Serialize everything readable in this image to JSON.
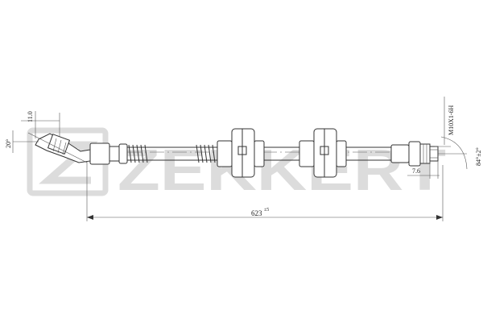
{
  "watermark": {
    "brand": "ZEKKERT"
  },
  "dimensions": {
    "total_length": "623",
    "total_tolerance": "±5",
    "thread": "M10X1-6H",
    "offset": "7.6",
    "end_angle": "20°",
    "end_length": "11.0",
    "flare_angle": "84°±2°"
  },
  "colors": {
    "line": "#333333",
    "watermark": "#dcdcdc"
  }
}
